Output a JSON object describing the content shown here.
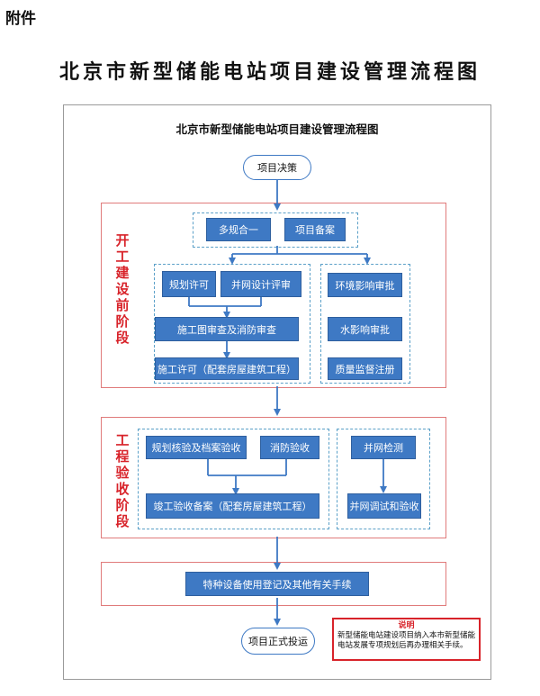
{
  "attachment_label": "附件",
  "main_title": "北京市新型储能电站项目建设管理流程图",
  "frame_title": "北京市新型储能电站项目建设管理流程图",
  "nodes": {
    "project_decision": "项目决策",
    "multi_plan": "多规合一",
    "project_filing": "项目备案",
    "planning_permit": "规划许可",
    "grid_design_review": "并网设计评审",
    "drawing_fire_review": "施工图审查及消防审查",
    "construction_permit": "施工许可（配套房屋建筑工程）",
    "env_impact": "环境影响审批",
    "water_impact": "水影响审批",
    "quality_register": "质量监督注册",
    "planning_acceptance": "规划核验及档案验收",
    "fire_acceptance": "消防验收",
    "completion_filing": "竣工验收备案（配套房屋建筑工程）",
    "grid_inspection": "并网检测",
    "grid_debug": "并网调试和验收",
    "special_equipment": "特种设备使用登记及其他有关手续",
    "operation": "项目正式投运"
  },
  "stages": {
    "pre_construction": "开工建设前阶段",
    "acceptance": "工程验收阶段"
  },
  "note": {
    "title": "说明",
    "text": "新型储能电站建设项目纳入本市新型储能电站发展专项规划后再办理相关手续。"
  },
  "colors": {
    "box_fill": "#3e79c4",
    "stage_border": "#e07b7b",
    "stage_label": "#d8232a",
    "dashed_border": "#5ba0c8",
    "arrow": "#3e79c4"
  }
}
